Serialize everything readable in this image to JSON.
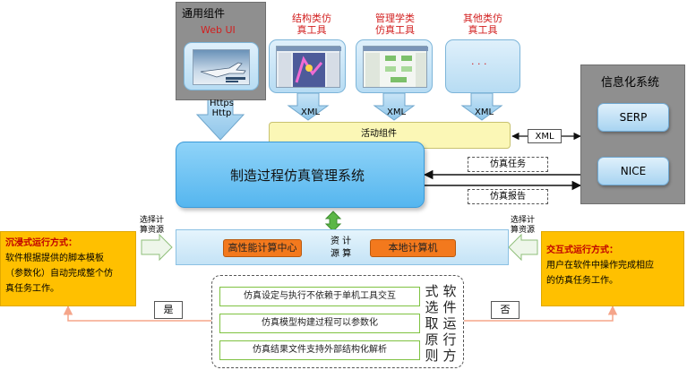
{
  "common": {
    "title": "通用组件",
    "webui": "Web UI",
    "protocol_line1": "Https",
    "protocol_line2": "Http"
  },
  "sim_tools": [
    {
      "name": "结构类仿真工具",
      "line1": "结构类仿",
      "line2": "真工具",
      "format": "XML"
    },
    {
      "name": "管理学类仿真工具",
      "line1": "管理学类",
      "line2": "仿真工具",
      "format": "XML"
    },
    {
      "name": "其他类仿真工具",
      "line1": "其他类仿",
      "line2": "真工具",
      "format": "XML",
      "placeholder": "· · ·"
    }
  ],
  "activity": {
    "label": "活动组件"
  },
  "main_system": {
    "label": "制造过程仿真管理系统"
  },
  "info_system": {
    "title": "信息化系统",
    "systems": [
      "SERP",
      "NICE"
    ],
    "link_format": "XML"
  },
  "flows": {
    "task": "仿真任务",
    "report": "仿真报告"
  },
  "compute": {
    "hpc": "高性能计算中心",
    "local": "本地计算机",
    "label_line1": "资 计",
    "label_line2": "源 算",
    "left_select_line1": "选择计",
    "left_select_line2": "算资源",
    "right_select_line1": "选择计",
    "right_select_line2": "算资源"
  },
  "immersive": {
    "title": "沉浸式运行方式：",
    "line1": "软件根据提供的脚本模板",
    "line2": "（参数化）自动完成整个仿",
    "line3": "真任务工作。"
  },
  "interactive": {
    "title": "交互式运行方式：",
    "line1": "用户在软件中操作完成相应",
    "line2": "的仿真任务工作。"
  },
  "decision": {
    "yes": "是",
    "no": "否",
    "rules": [
      "仿真设定与执行不依赖于单机工具交互",
      "仿真模型构建过程可以参数化",
      "仿真结果文件支持外部结构化解析"
    ],
    "principle": [
      "软",
      "件",
      "运",
      "行",
      "方",
      "式",
      "选",
      "取",
      "原",
      "则"
    ]
  },
  "colors": {
    "main_blue": "#55b6ef",
    "activity_yellow": "#fbf7b6",
    "orange": "#f3791d",
    "side_yellow": "#ffc000",
    "rule_green": "#7fc241"
  }
}
